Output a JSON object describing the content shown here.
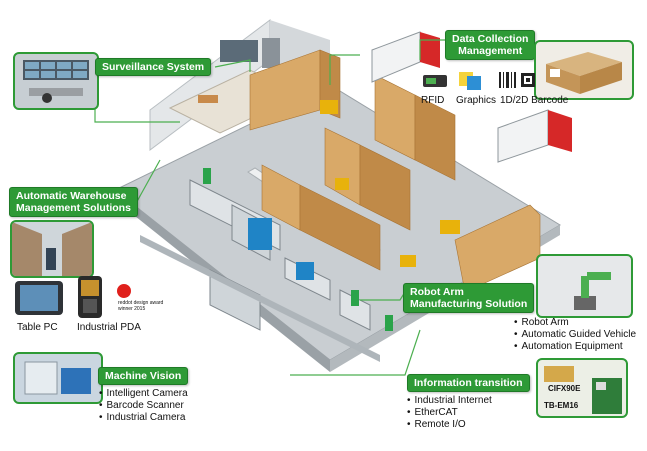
{
  "colors": {
    "accent": "#2e9a36",
    "callout_line": "#4caf50",
    "floor": "#c9ced2",
    "box": "#d9a968"
  },
  "sections": {
    "surveillance": {
      "label": "Surveillance System"
    },
    "data_collection": {
      "label_line1": "Data Collection",
      "label_line2": "Management",
      "items": [
        "RFID",
        "Graphics",
        "1D/2D Barcode"
      ]
    },
    "warehouse": {
      "label_line1": "Automatic Warehouse",
      "label_line2": "Management Solutions",
      "devices": [
        "Table PC",
        "Industrial PDA"
      ],
      "award_line1": "reddot design award",
      "award_line2": "winner 2015"
    },
    "robot_arm": {
      "label_line1": "Robot Arm",
      "label_line2": "Manufacturing Solution",
      "items": [
        "Robot Arm",
        "Automatic Guided Vehicle",
        "Automation Equipment"
      ]
    },
    "machine_vision": {
      "label": "Machine Vision",
      "items": [
        "Intelligent Camera",
        "Barcode Scanner",
        "Industrial Camera"
      ]
    },
    "information": {
      "label": "Information transition",
      "items": [
        "Industrial Internet",
        "EtherCAT",
        "Remote I/O"
      ],
      "boards": [
        "CIFX90E",
        "TB-EM16"
      ]
    }
  },
  "icons": [
    "truck-icon",
    "rfid-reader-icon",
    "graphics-icon",
    "barcode-icon",
    "robot-arm-icon",
    "forklift-icon",
    "tablet-icon",
    "pda-icon",
    "reddot-award-icon",
    "circuit-board-icon"
  ]
}
